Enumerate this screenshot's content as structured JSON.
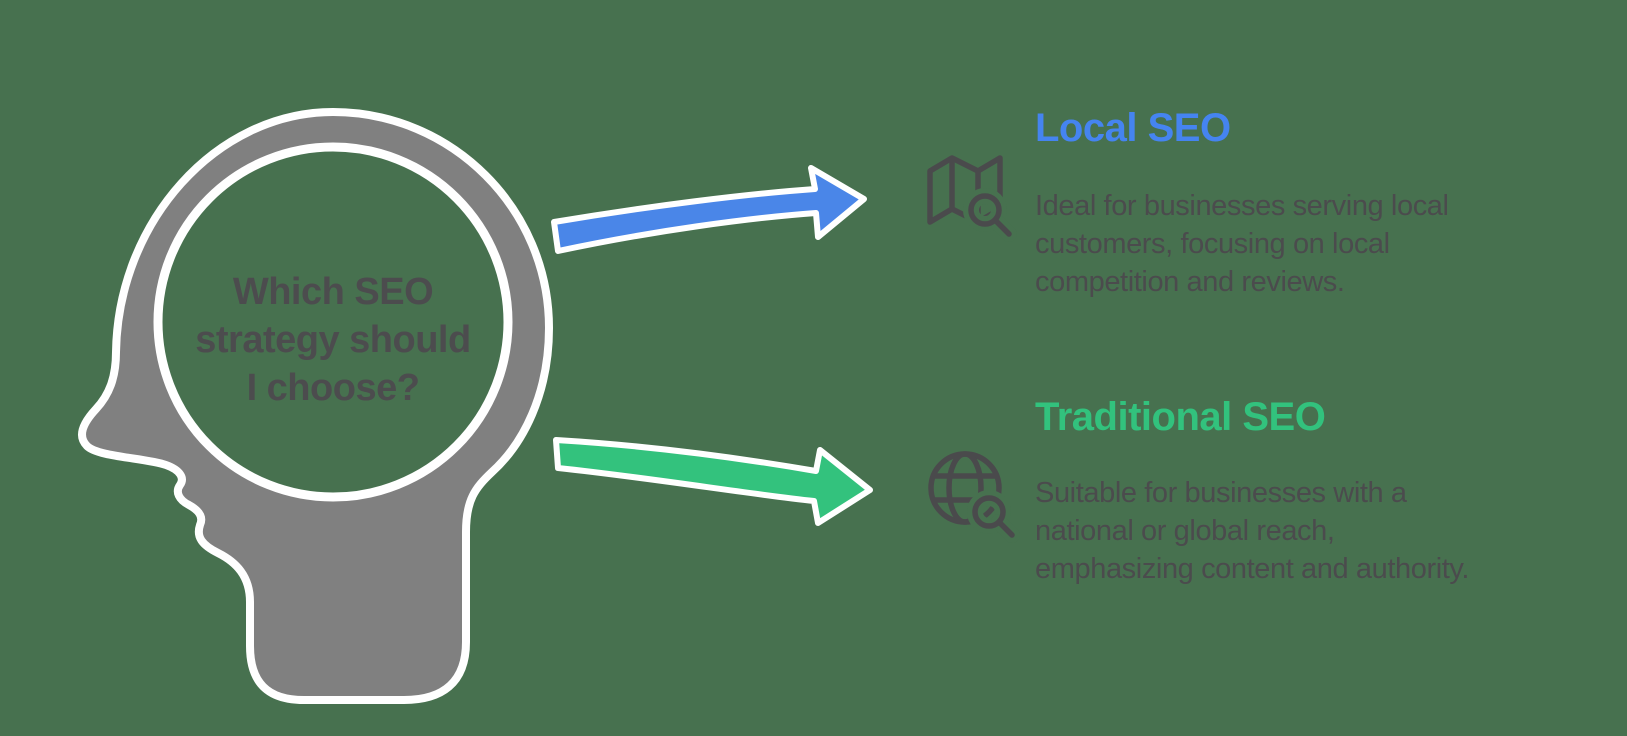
{
  "background_color": "#47714F",
  "head": {
    "fill_color": "#808080",
    "outline_color": "#FFFFFF",
    "text_color": "#4C4C4E",
    "question_lines": [
      "Which SEO",
      "strategy should",
      "I choose?"
    ]
  },
  "branches": [
    {
      "title": "Local SEO",
      "title_color": "#4584F0",
      "arrow_color": "#4A86E8",
      "icon": "map-search-icon",
      "desc_lines": [
        "Ideal for businesses serving local",
        "customers, focusing on local",
        "competition and reviews."
      ]
    },
    {
      "title": "Traditional SEO",
      "title_color": "#32C27D",
      "arrow_color": "#33C27D",
      "icon": "globe-search-icon",
      "desc_lines": [
        "Suitable for businesses with a",
        "national or global reach,",
        "emphasizing content and authority."
      ]
    }
  ]
}
